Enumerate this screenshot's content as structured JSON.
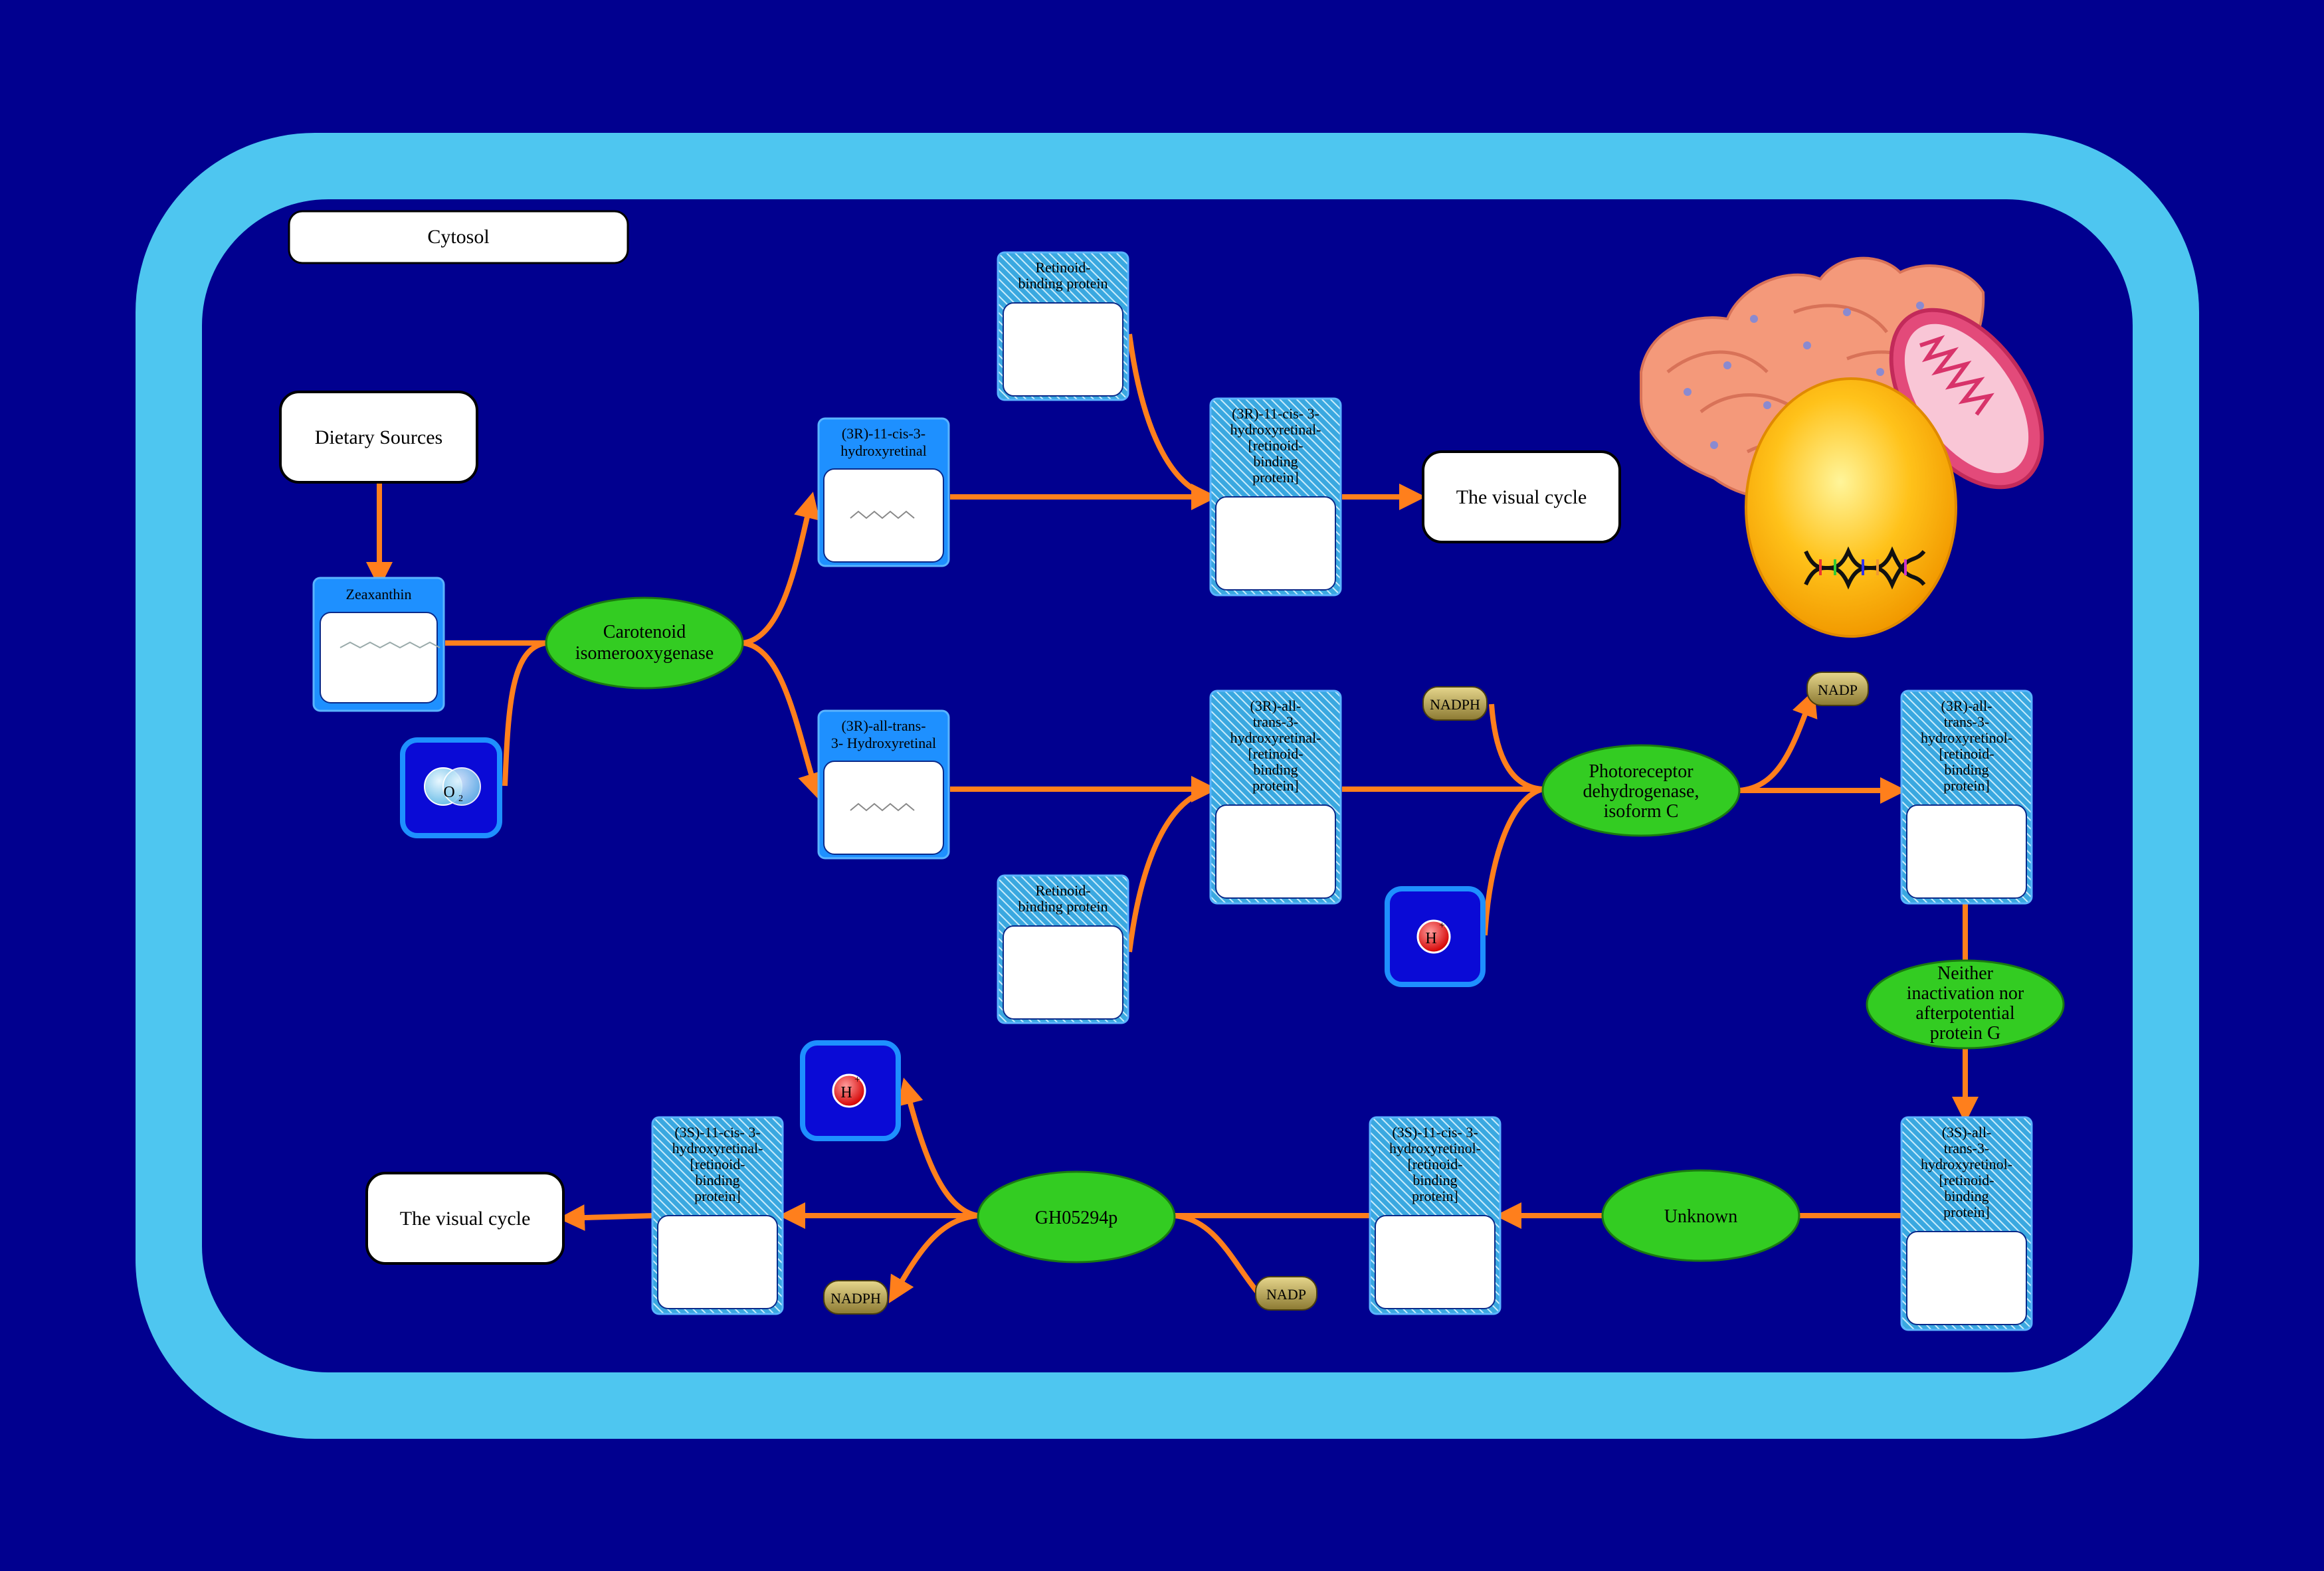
{
  "compartment": {
    "label": "Cytosol"
  },
  "labels": {
    "dietary_sources": "Dietary Sources",
    "visual_cycle_top": "The visual cycle",
    "visual_cycle_bottom": "The visual cycle"
  },
  "metabolites": {
    "zeaxanthin": "Zeaxanthin",
    "cis_hydroxyretinal": [
      "(3R)-11-cis-3-",
      "hydroxyretinal"
    ],
    "trans_hydroxyretinal": [
      "(3R)-all-trans-",
      "3- Hydroxyretinal"
    ],
    "rbp_top": [
      "Retinoid-",
      "binding protein"
    ],
    "rbp_bottom": [
      "Retinoid-",
      "binding protein"
    ],
    "cis_complex": [
      "(3R)-11-cis- 3-",
      "hydroxyretinal-",
      "[retinoid-",
      "binding",
      "protein]"
    ],
    "trans_complex": [
      "(3R)-all-",
      "trans-3-",
      "hydroxyretinal-",
      "[retinoid-",
      "binding",
      "protein]"
    ],
    "trans_retinol_complex": [
      "(3R)-all-",
      "trans-3-",
      "hydroxyretinol-",
      "[retinoid-",
      "binding",
      "protein]"
    ],
    "s_trans_retinol_complex": [
      "(3S)-all-",
      "trans-3-",
      "hydroxyretinol-",
      "[retinoid-",
      "binding",
      "protein]"
    ],
    "s_cis_retinol_complex": [
      "(3S)-11-cis- 3-",
      "hydroxyretinol-",
      "[retinoid-",
      "binding",
      "protein]"
    ],
    "s_cis_retinal_complex": [
      "(3S)-11-cis- 3-",
      "hydroxyretinal-",
      "[retinoid-",
      "binding",
      "protein]"
    ],
    "o2": "O",
    "o2_sub": "2",
    "h_ion": "H",
    "h_ion_sup": "+",
    "nadph_1": "NADPH",
    "nadp_1": "NADP",
    "nadp_2": "NADP",
    "nadph_2": "NADPH"
  },
  "enzymes": {
    "carotenoid": [
      "Carotenoid",
      "isomerooxygenase"
    ],
    "photoreceptor": [
      "Photoreceptor",
      "dehydrogenase,",
      "isoform C"
    ],
    "ninag": [
      "Neither",
      "inactivation nor",
      "afterpotential",
      "protein G"
    ],
    "unknown": [
      "Unknown"
    ],
    "gh": [
      "GH05294p"
    ]
  },
  "colors": {
    "background": "#01008f",
    "membrane": "#4ec6f0",
    "arrow": "#ff7f1c",
    "enzyme": "#33cc22",
    "metabolite_box": "#1e90ff",
    "complex_stripe": "#8fd6f5",
    "cofactor": "#b8a352"
  }
}
